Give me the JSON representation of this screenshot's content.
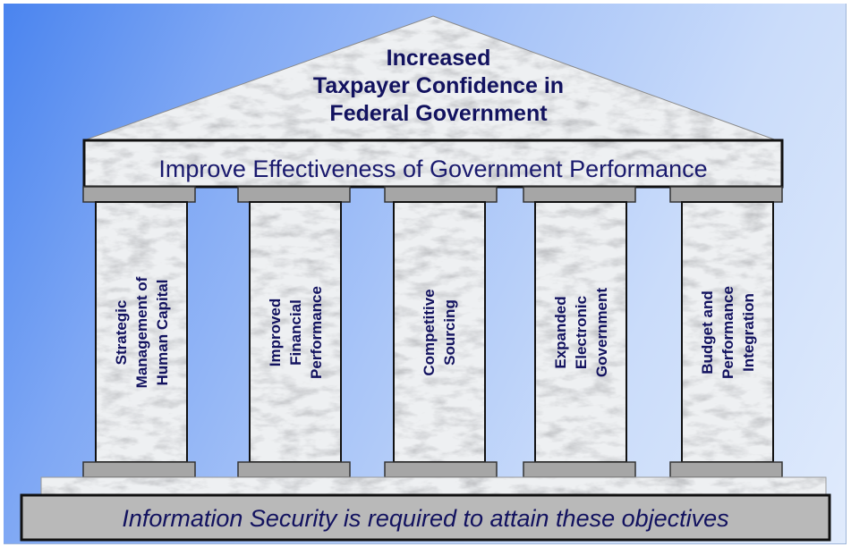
{
  "pediment": {
    "lines": [
      "Increased",
      "Taxpayer Confidence in",
      "Federal Government"
    ]
  },
  "banner": {
    "text": "Improve Effectiveness of Government Performance"
  },
  "pillars": [
    {
      "lines": [
        "Strategic",
        "Management of",
        "Human Capital"
      ]
    },
    {
      "lines": [
        "Improved",
        "Financial",
        "Performance"
      ]
    },
    {
      "lines": [
        "Competitive",
        "Sourcing"
      ]
    },
    {
      "lines": [
        "Expanded",
        "Electronic",
        "Government"
      ]
    },
    {
      "lines": [
        "Budget and",
        "Performance",
        "Integration"
      ]
    }
  ],
  "foundation": {
    "text": "Information Security is required to attain these objectives"
  }
}
